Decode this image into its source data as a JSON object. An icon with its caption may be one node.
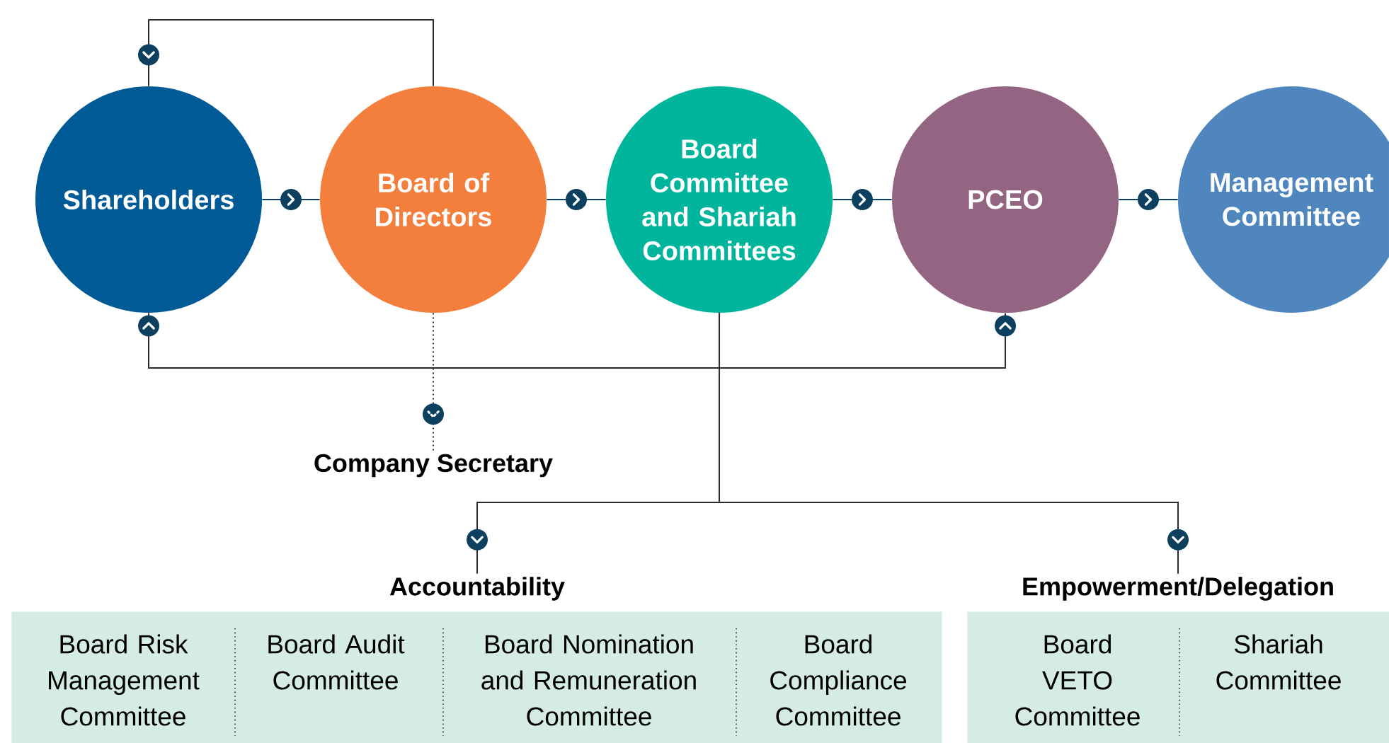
{
  "diagram": {
    "nodes": [
      {
        "text": [
          "Shareholders"
        ]
      },
      {
        "text": [
          "Board of Directors"
        ]
      },
      {
        "text": [
          "Board Committee and Shariah Committees"
        ]
      },
      {
        "text": [
          "PCEO"
        ]
      },
      {
        "text": [
          "Management Committee"
        ]
      },
      {
        "text": [
          "Company Secretary"
        ]
      },
      {
        "text": [
          "Accountability"
        ]
      },
      {
        "text": [
          "Board Risk Management Committee"
        ],
        "in": 6
      },
      {
        "text": [
          "Board Audit Committee"
        ],
        "in": 6
      },
      {
        "text": [
          "Board Nomination and Remuneration Committee"
        ],
        "in": 6
      },
      {
        "text": [
          "Board Compliance Committee"
        ],
        "in": 6
      },
      {
        "text": [
          "Empowerment/Delegation"
        ]
      },
      {
        "text": [
          "Board VETO Committee"
        ],
        "in": 11
      },
      {
        "text": [
          "Shariah Committee"
        ],
        "in": 11
      }
    ],
    "edges": [
      {
        "from": 0,
        "to": 1,
        "arrow": "to"
      },
      {
        "from": 1,
        "to": 2,
        "arrow": "to"
      },
      {
        "from": 2,
        "to": 3,
        "arrow": "to"
      },
      {
        "from": 3,
        "to": 4,
        "arrow": "to"
      },
      {
        "from": 1,
        "to": 0,
        "arrow": "to"
      },
      {
        "from": 2,
        "to": 0,
        "arrow": "to"
      },
      {
        "from": 2,
        "to": 3,
        "arrow": "to"
      },
      {
        "from": 1,
        "to": 5,
        "arrow": "to",
        "style": "dashed"
      },
      {
        "from": 2,
        "to": 6,
        "arrow": "to"
      },
      {
        "from": 2,
        "to": 11,
        "arrow": "to"
      }
    ]
  }
}
